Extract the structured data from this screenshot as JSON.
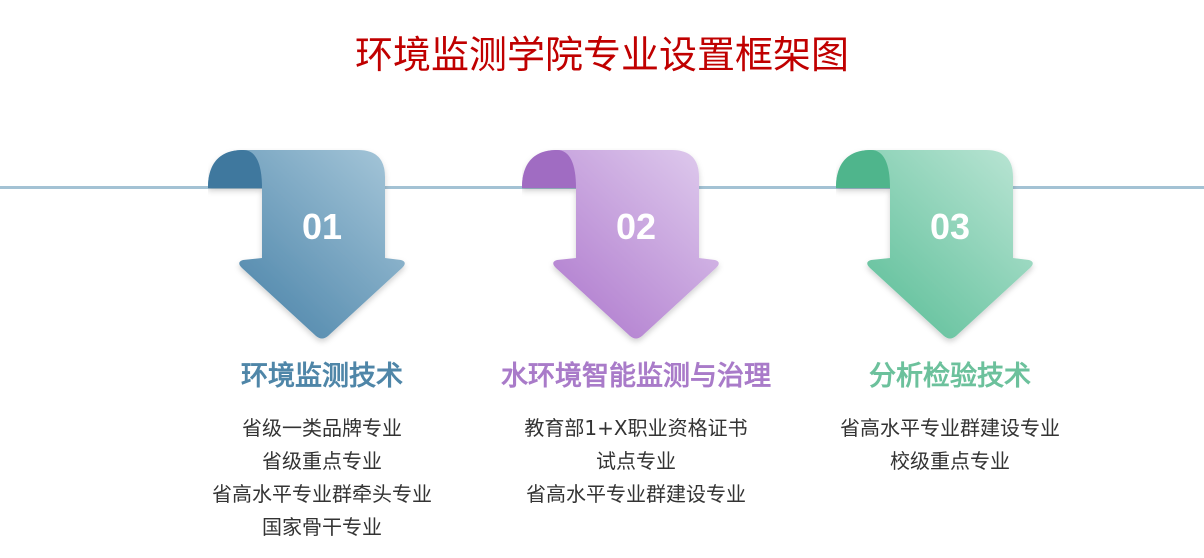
{
  "title": "环境监测学院专业设置框架图",
  "items": [
    {
      "num": "01",
      "name": "环境监测技术",
      "color": "#4f86a8",
      "lines": [
        "省级一类品牌专业",
        "省级重点专业",
        "省高水平专业群牵头专业",
        "国家骨干专业"
      ]
    },
    {
      "num": "02",
      "name": "水环境智能监测与治理",
      "color": "#a97bc9",
      "lines": [
        "教育部1+X职业资格证书",
        "试点专业",
        "省高水平专业群建设专业"
      ]
    },
    {
      "num": "03",
      "name": "分析检验技术",
      "color": "#6cc19c",
      "lines": [
        "省高水平专业群建设专业",
        "校级重点专业"
      ]
    }
  ]
}
